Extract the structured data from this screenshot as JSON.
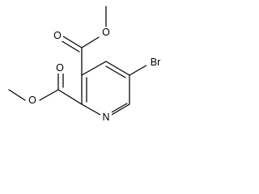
{
  "molecule": {
    "atoms": {
      "ring_nitrogen": "N",
      "bromine": "Br",
      "carbonyl_oxygen_top": "O",
      "ester_oxygen_top": "O",
      "carbonyl_oxygen_left": "O",
      "ester_oxygen_left": "O"
    }
  },
  "colors": {
    "bond": "#000000",
    "text": "#000000",
    "background": "#ffffff"
  }
}
